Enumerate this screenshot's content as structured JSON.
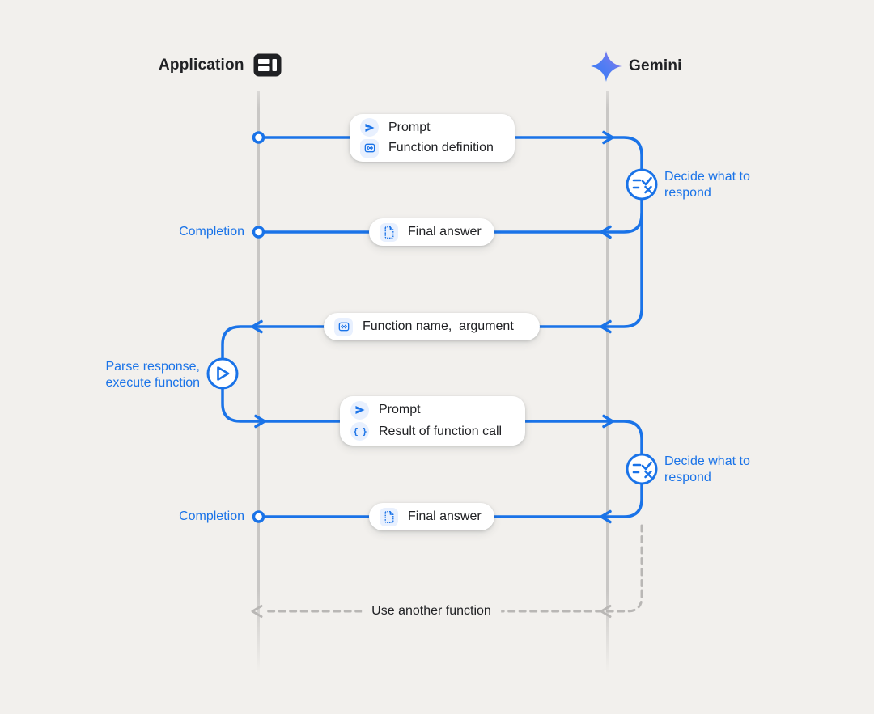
{
  "header": {
    "application_label": "Application",
    "gemini_label": "Gemini"
  },
  "flow": {
    "request1": {
      "items": [
        {
          "icon": "send-icon",
          "label": "Prompt"
        },
        {
          "icon": "function-icon",
          "label": "Function definition"
        }
      ]
    },
    "response1": {
      "items": [
        {
          "icon": "document-icon",
          "label": "Final answer"
        }
      ]
    },
    "function_call": {
      "items": [
        {
          "icon": "function-icon",
          "label": "Function name,  argument"
        }
      ]
    },
    "request2": {
      "items": [
        {
          "icon": "send-icon",
          "label": "Prompt"
        },
        {
          "icon": "braces-icon",
          "label": "Result of function call"
        }
      ]
    },
    "response2": {
      "items": [
        {
          "icon": "document-icon",
          "label": "Final answer"
        }
      ]
    },
    "loop_label": "Use another function"
  },
  "annotations": {
    "decide1": "Decide what to respond",
    "decide2": "Decide what to respond",
    "parse": "Parse response, execute function",
    "completion1": "Completion",
    "completion2": "Completion"
  },
  "icons": {
    "braces_glyph": "{ }"
  },
  "colors": {
    "background": "#f2f0ed",
    "accent_blue": "#1a73e8",
    "chip_blue": "#e8f0fe",
    "lifeline_gray": "#c9c7c5",
    "dashed_gray": "#b9b7b5",
    "text_dark": "#202124"
  }
}
